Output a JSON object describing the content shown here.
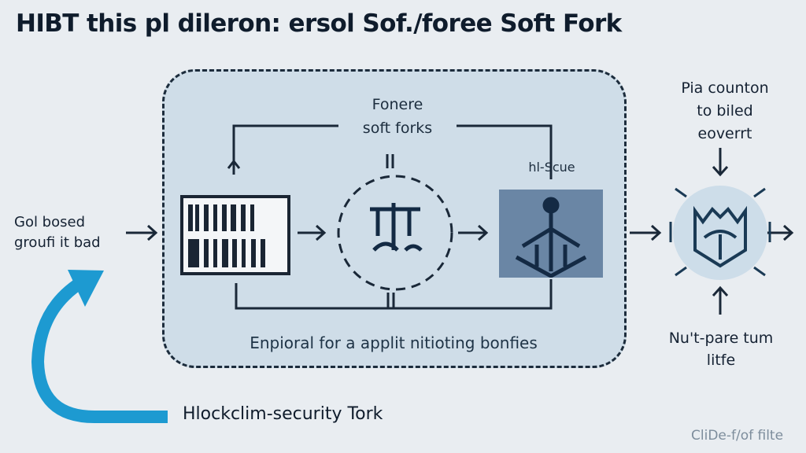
{
  "title": "HIBT this pl dileron: ersol Sof./foree Soft Fork",
  "colors": {
    "background": "#e9edf1",
    "panel": "#cfdde8",
    "ink": "#1a2838",
    "accent_arrow": "#1d9ad1",
    "node_fill": "#6a86a5"
  },
  "diagram": {
    "container_label": "Enpioral for a applit nitioting bonfies",
    "center_label_line1": "Fonere",
    "center_label_line2": "soft forks",
    "right_node_label": "hl-Scue",
    "left_input_label_line1": "Gol bosed",
    "left_input_label_line2": "groufi it bad",
    "top_right_label_line1": "Pia counton",
    "top_right_label_line2": "to biled",
    "top_right_label_line3": "eoverrt",
    "bottom_right_label_line1": "Nu't-pare tum",
    "bottom_right_label_line2": "litfe",
    "bottom_label": "Hlockclim-security Tork",
    "nodes": [
      {
        "name": "block-data",
        "icon": "barcode-icon"
      },
      {
        "name": "consensus-circle",
        "icon": "glyph-emblem-icon"
      },
      {
        "name": "node-validator",
        "icon": "tree-node-icon"
      },
      {
        "name": "output-hub",
        "icon": "shield-emblem-icon"
      }
    ]
  },
  "footer": "CliDe-f/of filte"
}
